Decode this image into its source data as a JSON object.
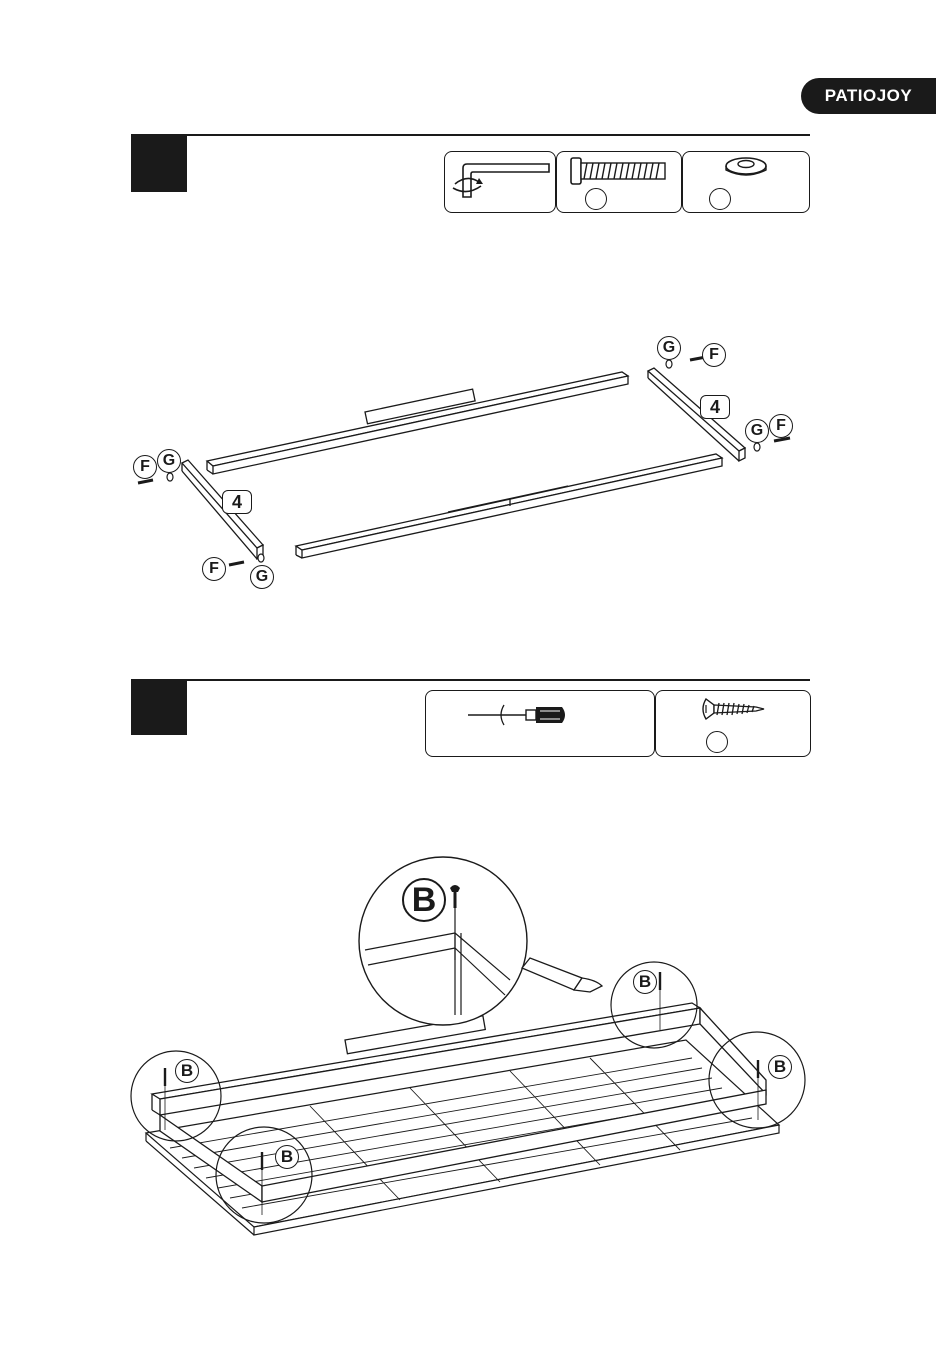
{
  "brand": {
    "name": "PATIOJOY"
  },
  "step1": {
    "tools": [
      {
        "icon": "hex-key-icon"
      },
      {
        "icon": "bolt-icon"
      },
      {
        "icon": "washer-icon"
      }
    ],
    "labels": {
      "g_top": "G",
      "f_top": "F",
      "four_right": "4",
      "g_right": "G",
      "f_right": "F",
      "f_left": "F",
      "g_left": "G",
      "four_left": "4",
      "f_bottom": "F",
      "g_bottom": "G"
    }
  },
  "step2": {
    "tools": [
      {
        "icon": "screwdriver-icon"
      },
      {
        "icon": "screw-icon"
      }
    ],
    "labels": {
      "b_zoom": "B",
      "b_top_right": "B",
      "b_right": "B",
      "b_left": "B",
      "b_bottom_left": "B"
    }
  },
  "colors": {
    "ink": "#1a1a1a",
    "paper": "#ffffff"
  }
}
